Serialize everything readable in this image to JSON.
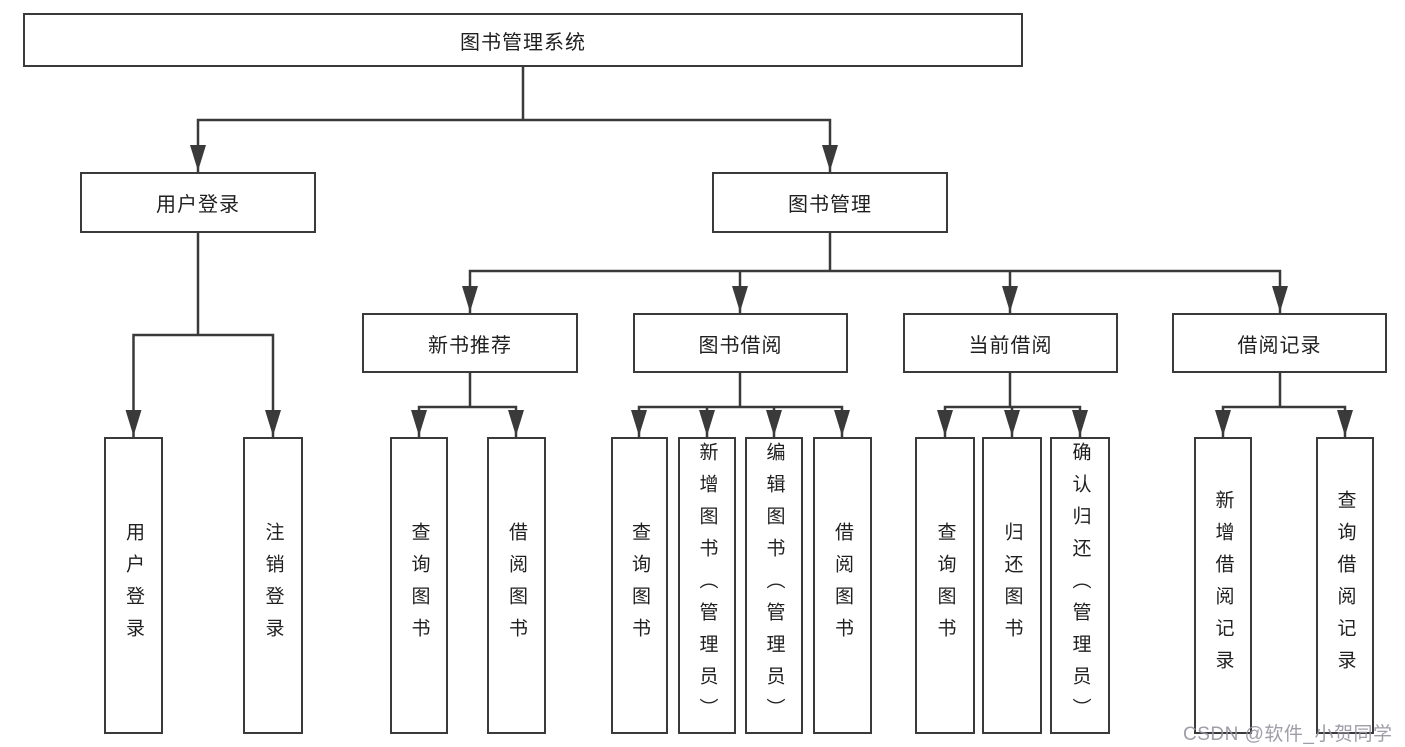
{
  "tree": {
    "root": "图书管理系统",
    "level2": [
      "用户登录",
      "图书管理"
    ],
    "level3": [
      "新书推荐",
      "图书借阅",
      "当前借阅",
      "借阅记录"
    ],
    "leaves_login": [
      "用户登录",
      "注销登录"
    ],
    "leaves_newbook": [
      "查询图书",
      "借阅图书"
    ],
    "leaves_borrow": [
      "查询图书",
      "新增图书（管理员）",
      "编辑图书（管理员）",
      "借阅图书"
    ],
    "leaves_current": [
      "查询图书",
      "归还图书",
      "确认归还（管理员）"
    ],
    "leaves_record": [
      "新增借阅记录",
      "查询借阅记录"
    ]
  },
  "watermark": "CSDN @软件_小贺同学",
  "colors": {
    "line": "#3a3a3a",
    "text": "#1f1f1f",
    "watermark": "#94949e",
    "background": "#ffffff"
  }
}
